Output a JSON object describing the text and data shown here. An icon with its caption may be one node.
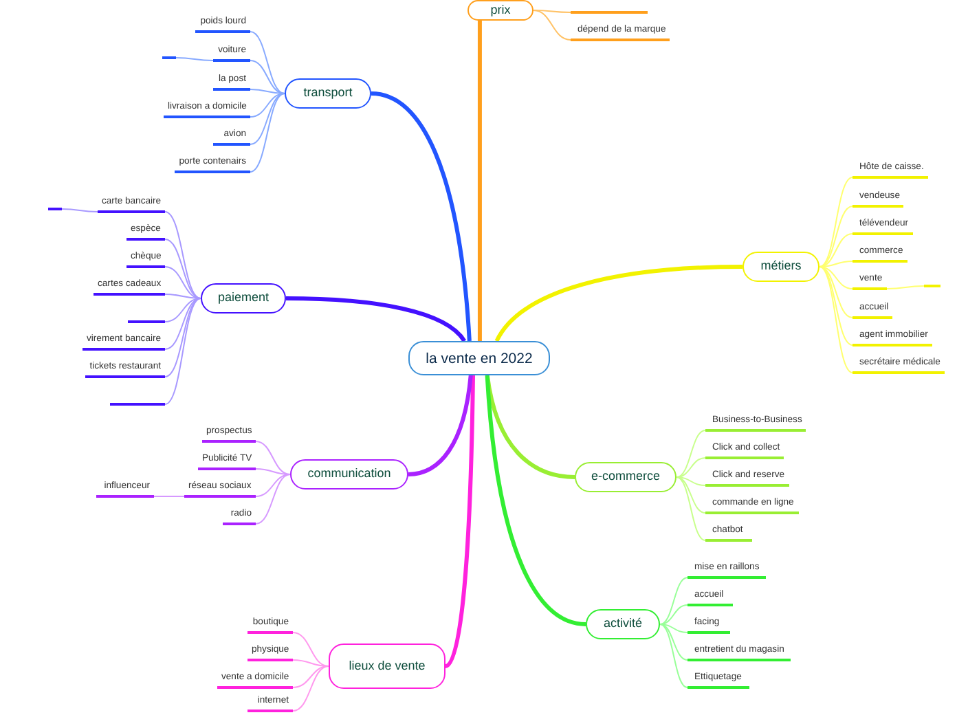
{
  "diagram": {
    "nodes": [
      {
        "text": [
          "la vente en 2022"
        ]
      },
      {
        "text": [
          "prix"
        ]
      },
      {
        "text": [],
        "shape": "bar"
      },
      {
        "text": [
          "dépend de la marque"
        ]
      },
      {
        "text": [
          "métiers"
        ]
      },
      {
        "text": [
          "Hôte de caisse."
        ]
      },
      {
        "text": [
          "vendeuse"
        ]
      },
      {
        "text": [
          "télévendeur"
        ]
      },
      {
        "text": [
          "commerce"
        ]
      },
      {
        "text": [
          "vente"
        ]
      },
      {
        "text": [
          "accueil"
        ]
      },
      {
        "text": [
          "agent immobilier"
        ]
      },
      {
        "text": [
          "secrétaire médicale"
        ]
      },
      {
        "text": [],
        "shape": "bar"
      },
      {
        "text": [
          "e-commerce"
        ]
      },
      {
        "text": [
          "Business-to-Business"
        ]
      },
      {
        "text": [
          "Click and collect"
        ]
      },
      {
        "text": [
          "Click and reserve"
        ]
      },
      {
        "text": [
          "commande en ligne"
        ]
      },
      {
        "text": [
          "chatbot"
        ]
      },
      {
        "text": [
          "activité"
        ]
      },
      {
        "text": [
          "mise en raillons"
        ]
      },
      {
        "text": [
          "accueil"
        ]
      },
      {
        "text": [
          "facing"
        ]
      },
      {
        "text": [
          "entretient du magasin"
        ]
      },
      {
        "text": [
          "Ettiquetage"
        ]
      },
      {
        "text": [
          "lieux de vente"
        ]
      },
      {
        "text": [
          "boutique"
        ]
      },
      {
        "text": [
          "physique"
        ]
      },
      {
        "text": [
          "vente a domicile"
        ]
      },
      {
        "text": [
          "internet"
        ]
      },
      {
        "text": [
          "communication"
        ]
      },
      {
        "text": [
          "prospectus"
        ]
      },
      {
        "text": [
          "Publicité TV"
        ]
      },
      {
        "text": [
          "réseau sociaux"
        ]
      },
      {
        "text": [
          "influenceur"
        ]
      },
      {
        "text": [
          "radio"
        ]
      },
      {
        "text": [
          "paiement"
        ]
      },
      {
        "text": [
          "carte bancaire"
        ]
      },
      {
        "text": [],
        "shape": "bar"
      },
      {
        "text": [
          "espèce"
        ]
      },
      {
        "text": [
          "chèque"
        ]
      },
      {
        "text": [
          "cartes cadeaux"
        ]
      },
      {
        "text": [],
        "shape": "bar"
      },
      {
        "text": [
          "virement bancaire"
        ]
      },
      {
        "text": [
          "tickets restaurant"
        ]
      },
      {
        "text": [],
        "shape": "bar"
      },
      {
        "text": [
          "transport"
        ]
      },
      {
        "text": [
          "poids lourd"
        ]
      },
      {
        "text": [
          "voiture"
        ]
      },
      {
        "text": [],
        "shape": "bar"
      },
      {
        "text": [
          "la post"
        ]
      },
      {
        "text": [
          "livraison a domicile"
        ]
      },
      {
        "text": [
          "avion"
        ]
      },
      {
        "text": [
          "porte contenairs"
        ]
      }
    ],
    "edges": [
      {
        "from": 0,
        "to": 1,
        "arrow": "none",
        "style": "thick",
        "color": "#ff9f1c"
      },
      {
        "from": 1,
        "to": 2,
        "arrow": "none",
        "color": "#ffc266"
      },
      {
        "from": 1,
        "to": 3,
        "arrow": "none",
        "color": "#ffc266"
      },
      {
        "from": 0,
        "to": 4,
        "arrow": "none",
        "style": "thick",
        "color": "#f2f200"
      },
      {
        "from": 4,
        "to": 5,
        "arrow": "none",
        "color": "#ffff70"
      },
      {
        "from": 4,
        "to": 6,
        "arrow": "none",
        "color": "#ffff70"
      },
      {
        "from": 4,
        "to": 7,
        "arrow": "none",
        "color": "#ffff70"
      },
      {
        "from": 4,
        "to": 8,
        "arrow": "none",
        "color": "#ffff70"
      },
      {
        "from": 4,
        "to": 9,
        "arrow": "none",
        "color": "#ffff70"
      },
      {
        "from": 4,
        "to": 10,
        "arrow": "none",
        "color": "#ffff70"
      },
      {
        "from": 4,
        "to": 11,
        "arrow": "none",
        "color": "#ffff70"
      },
      {
        "from": 4,
        "to": 12,
        "arrow": "none",
        "color": "#ffff70"
      },
      {
        "from": 9,
        "to": 13,
        "arrow": "none",
        "color": "#ffff70"
      },
      {
        "from": 0,
        "to": 14,
        "arrow": "none",
        "style": "thick",
        "color": "#99ee33"
      },
      {
        "from": 14,
        "to": 15,
        "arrow": "none",
        "color": "#c8ff8c"
      },
      {
        "from": 14,
        "to": 16,
        "arrow": "none",
        "color": "#c8ff8c"
      },
      {
        "from": 14,
        "to": 17,
        "arrow": "none",
        "color": "#c8ff8c"
      },
      {
        "from": 14,
        "to": 18,
        "arrow": "none",
        "color": "#c8ff8c"
      },
      {
        "from": 14,
        "to": 19,
        "arrow": "none",
        "color": "#c8ff8c"
      },
      {
        "from": 0,
        "to": 20,
        "arrow": "none",
        "style": "thick",
        "color": "#33ee33"
      },
      {
        "from": 20,
        "to": 21,
        "arrow": "none",
        "color": "#99ff99"
      },
      {
        "from": 20,
        "to": 22,
        "arrow": "none",
        "color": "#99ff99"
      },
      {
        "from": 20,
        "to": 23,
        "arrow": "none",
        "color": "#99ff99"
      },
      {
        "from": 20,
        "to": 24,
        "arrow": "none",
        "color": "#99ff99"
      },
      {
        "from": 20,
        "to": 25,
        "arrow": "none",
        "color": "#99ff99"
      },
      {
        "from": 0,
        "to": 26,
        "arrow": "none",
        "style": "thick",
        "color": "#ff22dd"
      },
      {
        "from": 26,
        "to": 27,
        "arrow": "none",
        "color": "#ff99ee"
      },
      {
        "from": 26,
        "to": 28,
        "arrow": "none",
        "color": "#ff99ee"
      },
      {
        "from": 26,
        "to": 29,
        "arrow": "none",
        "color": "#ff99ee"
      },
      {
        "from": 26,
        "to": 30,
        "arrow": "none",
        "color": "#ff99ee"
      },
      {
        "from": 0,
        "to": 31,
        "arrow": "none",
        "style": "thick",
        "color": "#aa22ff"
      },
      {
        "from": 31,
        "to": 32,
        "arrow": "none",
        "color": "#d699ff"
      },
      {
        "from": 31,
        "to": 33,
        "arrow": "none",
        "color": "#d699ff"
      },
      {
        "from": 31,
        "to": 34,
        "arrow": "none",
        "color": "#d699ff"
      },
      {
        "from": 34,
        "to": 35,
        "arrow": "none",
        "color": "#d699ff"
      },
      {
        "from": 31,
        "to": 36,
        "arrow": "none",
        "color": "#d699ff"
      },
      {
        "from": 0,
        "to": 37,
        "arrow": "none",
        "style": "thick",
        "color": "#4411ff"
      },
      {
        "from": 37,
        "to": 38,
        "arrow": "none",
        "color": "#a899ff"
      },
      {
        "from": 38,
        "to": 39,
        "arrow": "none",
        "color": "#a899ff"
      },
      {
        "from": 37,
        "to": 40,
        "arrow": "none",
        "color": "#a899ff"
      },
      {
        "from": 37,
        "to": 41,
        "arrow": "none",
        "color": "#a899ff"
      },
      {
        "from": 37,
        "to": 42,
        "arrow": "none",
        "color": "#a899ff"
      },
      {
        "from": 37,
        "to": 43,
        "arrow": "none",
        "color": "#a899ff"
      },
      {
        "from": 37,
        "to": 44,
        "arrow": "none",
        "color": "#a899ff"
      },
      {
        "from": 37,
        "to": 45,
        "arrow": "none",
        "color": "#a899ff"
      },
      {
        "from": 37,
        "to": 46,
        "arrow": "none",
        "color": "#a899ff"
      },
      {
        "from": 0,
        "to": 47,
        "arrow": "none",
        "style": "thick",
        "color": "#2255ff"
      },
      {
        "from": 47,
        "to": 48,
        "arrow": "none",
        "color": "#88aaff"
      },
      {
        "from": 47,
        "to": 49,
        "arrow": "none",
        "color": "#88aaff"
      },
      {
        "from": 49,
        "to": 50,
        "arrow": "none",
        "color": "#88aaff"
      },
      {
        "from": 47,
        "to": 51,
        "arrow": "none",
        "color": "#88aaff"
      },
      {
        "from": 47,
        "to": 52,
        "arrow": "none",
        "color": "#88aaff"
      },
      {
        "from": 47,
        "to": 53,
        "arrow": "none",
        "color": "#88aaff"
      },
      {
        "from": 47,
        "to": 54,
        "arrow": "none",
        "color": "#88aaff"
      }
    ]
  }
}
